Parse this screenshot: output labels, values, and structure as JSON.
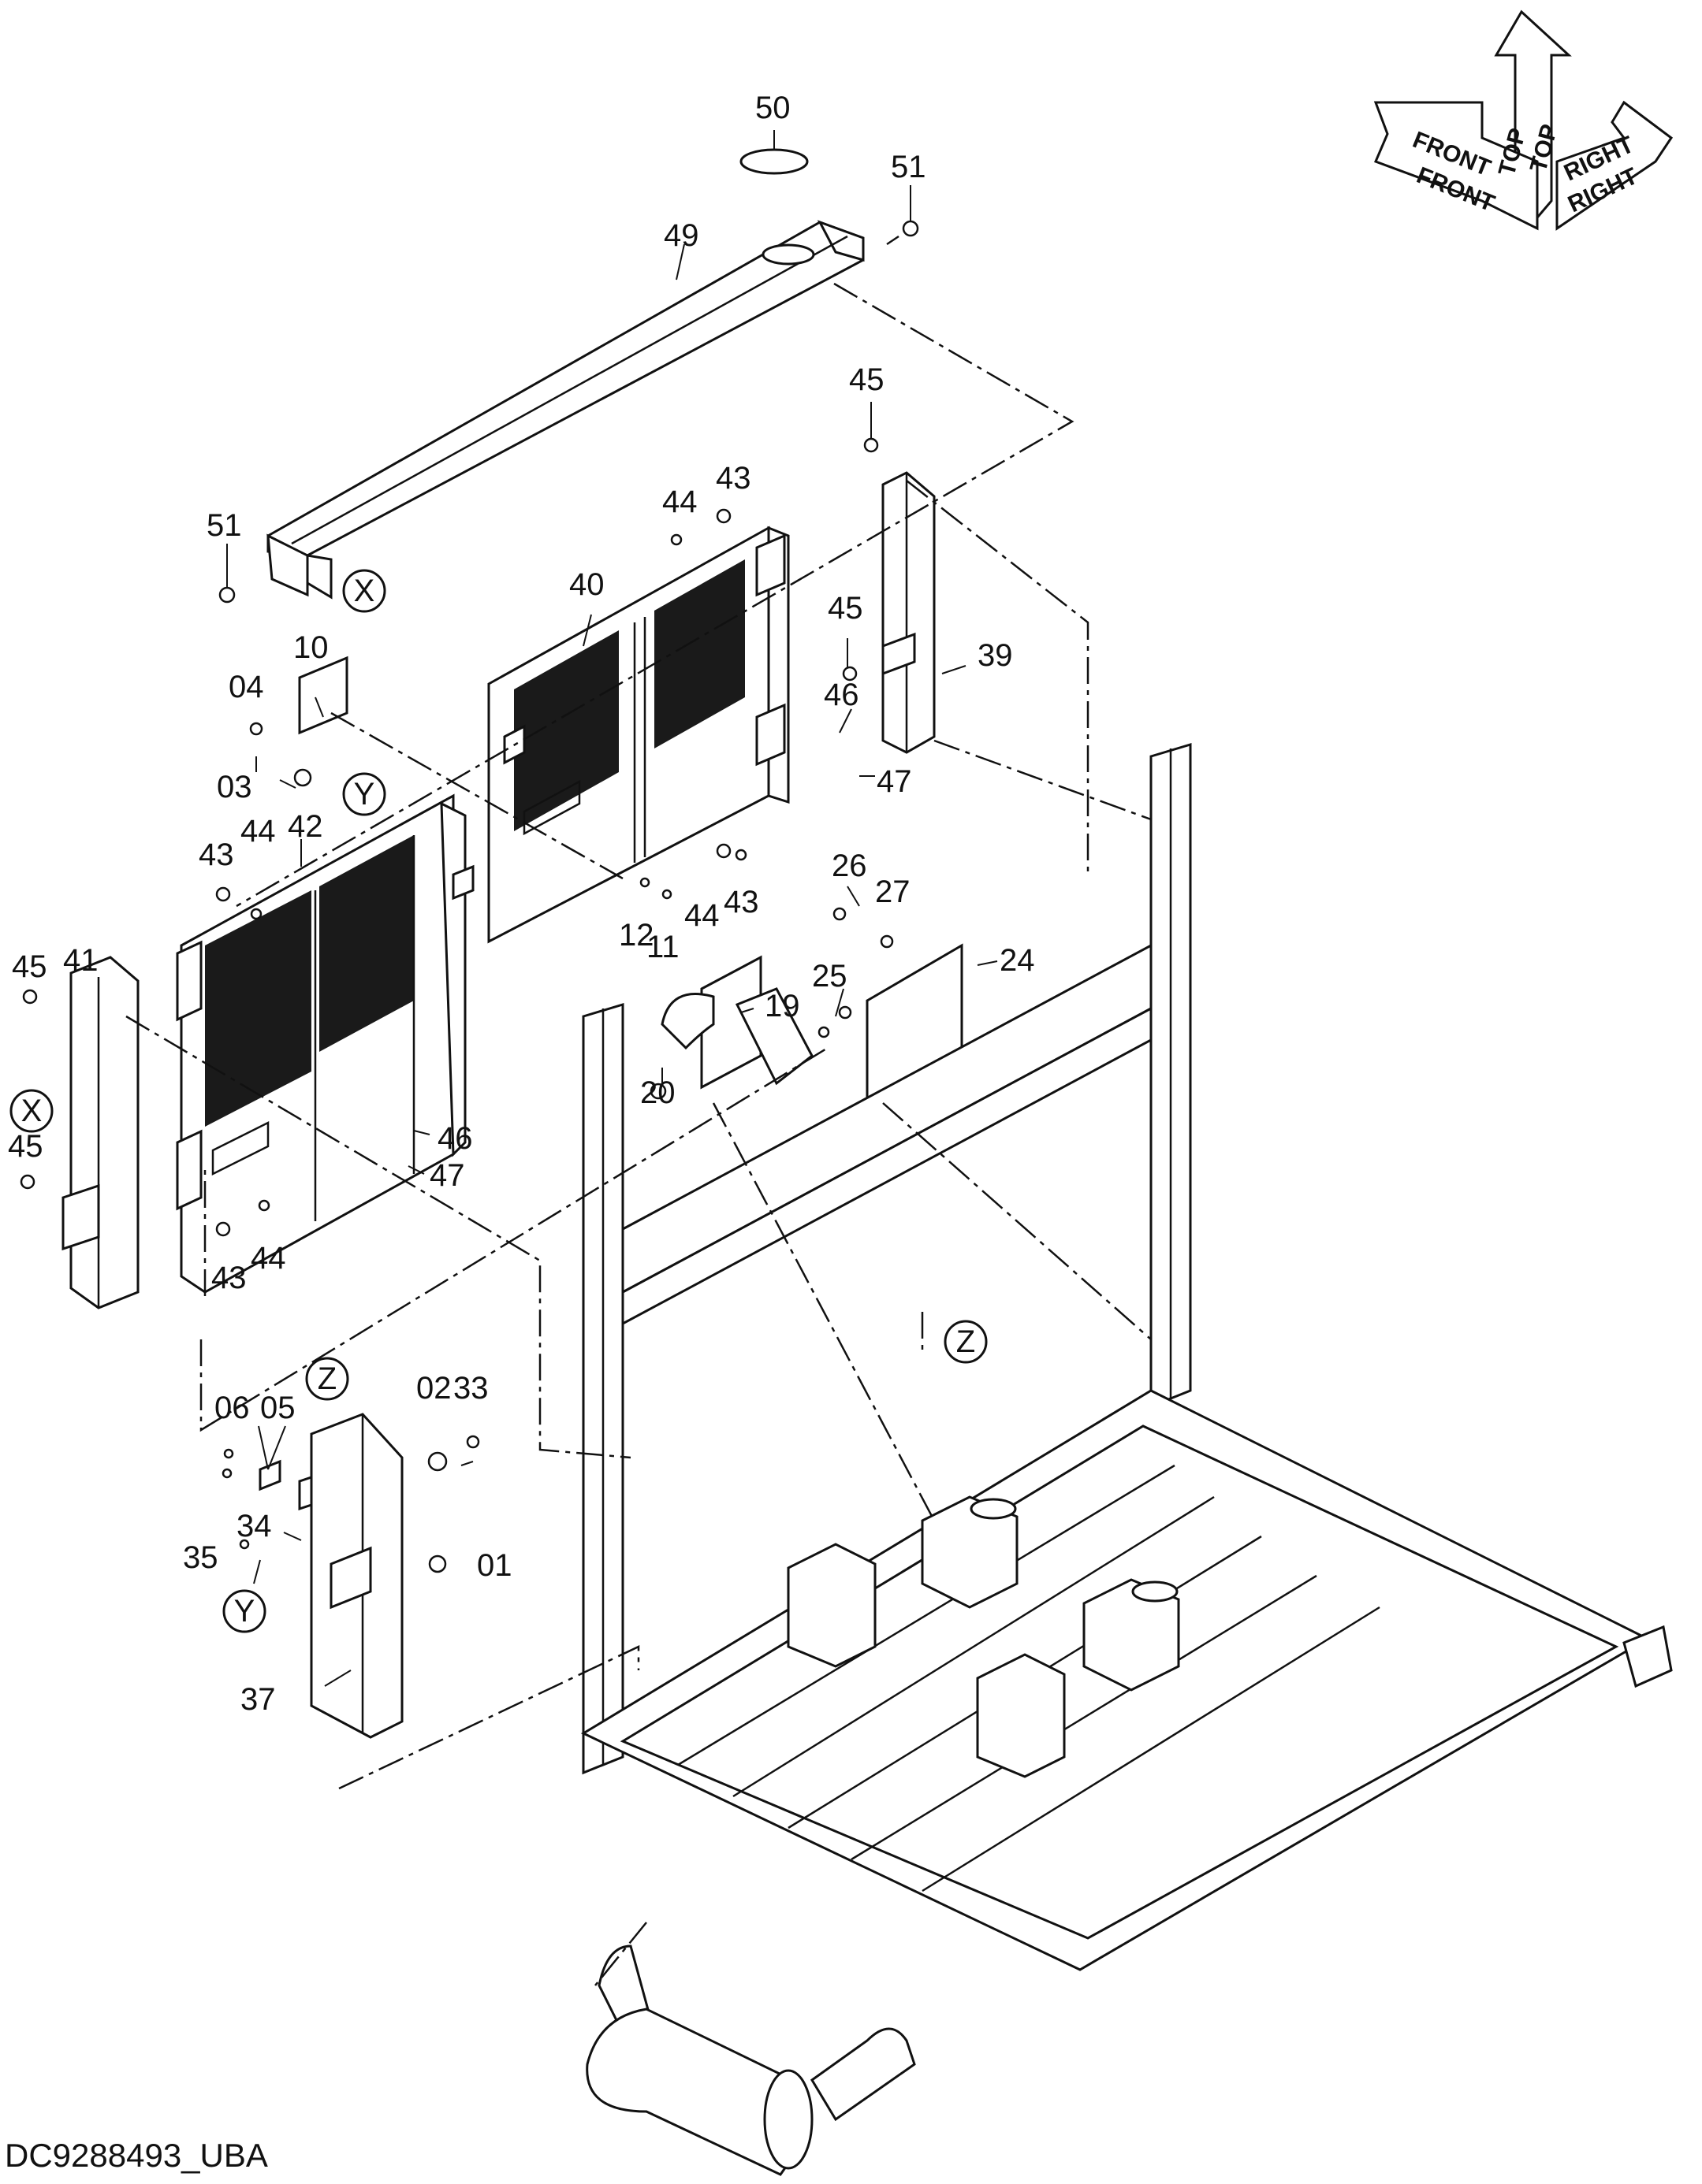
{
  "document": {
    "code": "DC9288493_UBA"
  },
  "orientation": {
    "front": "FRONT",
    "top": "TOP",
    "right": "RIGHT"
  },
  "view_markers": {
    "x": "X",
    "y": "Y",
    "z": "Z"
  },
  "part_numbers": {
    "p01": "01",
    "p02": "02",
    "p03": "03",
    "p04": "04",
    "p05": "05",
    "p06": "06",
    "p10": "10",
    "p11": "11",
    "p12": "12",
    "p19": "19",
    "p20": "20",
    "p24": "24",
    "p25": "25",
    "p26": "26",
    "p27": "27",
    "p33": "33",
    "p34": "34",
    "p35": "35",
    "p37": "37",
    "p39": "39",
    "p40": "40",
    "p41": "41",
    "p42": "42",
    "p43": "43",
    "p44": "44",
    "p45": "45",
    "p46": "46",
    "p47": "47",
    "p49": "49",
    "p50": "50",
    "p51": "51"
  }
}
